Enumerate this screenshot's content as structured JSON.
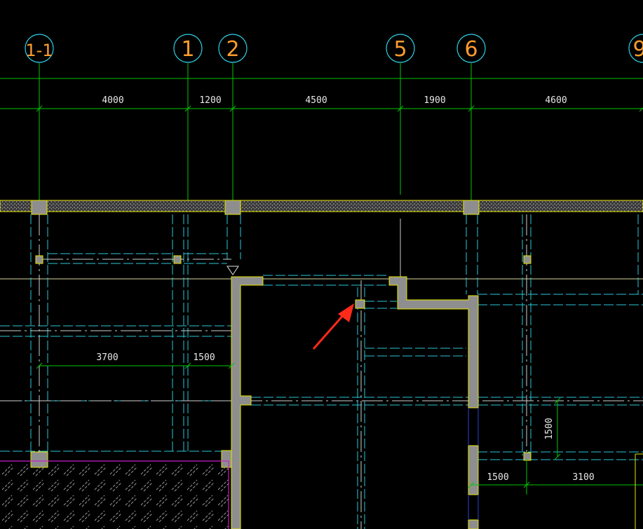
{
  "colors": {
    "background": "#000000",
    "grid_line": "#00c800",
    "axis_bubble": "#2fd0e6",
    "axis_text": "#ff9c2e",
    "beam_dashed": "#29c9d9",
    "wall": "#9a9a9a",
    "wall_edge": "#e6e600",
    "slab_boundary": "#c81ec8",
    "dim_text": "#e8e8e8",
    "arrow": "#ff2a1a",
    "hatch": "#9a9a9a"
  },
  "axes": [
    {
      "id": "axis-1-1",
      "label": "1-1"
    },
    {
      "id": "axis-1",
      "label": "1"
    },
    {
      "id": "axis-2",
      "label": "2"
    },
    {
      "id": "axis-5",
      "label": "5"
    },
    {
      "id": "axis-6",
      "label": "6"
    },
    {
      "id": "axis-9",
      "label": "9"
    }
  ],
  "top_dimensions": [
    "4000",
    "1200",
    "4500",
    "1900",
    "4600"
  ],
  "left_dimensions": [
    "3700",
    "1500"
  ],
  "right_dimensions": [
    "1500",
    "3100"
  ],
  "vertical_dimension": "1500",
  "annotation": {
    "type": "arrow",
    "icon": "red-arrow-icon"
  }
}
